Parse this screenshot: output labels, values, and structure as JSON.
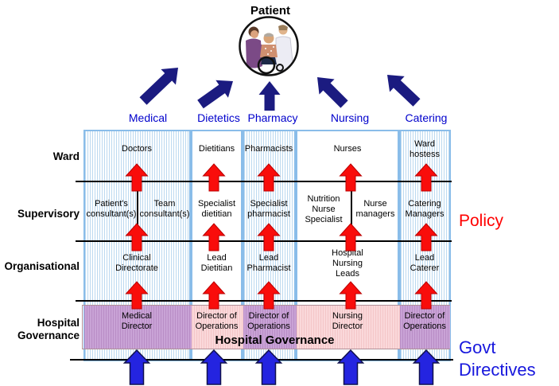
{
  "patient_label": "Patient",
  "columns": [
    {
      "id": "medical",
      "label": "Medical"
    },
    {
      "id": "dietetics",
      "label": "Dietetics"
    },
    {
      "id": "pharmacy",
      "label": "Pharmacy"
    },
    {
      "id": "nursing",
      "label": "Nursing"
    },
    {
      "id": "catering",
      "label": "Catering"
    }
  ],
  "rows": [
    {
      "label": "Ward"
    },
    {
      "label": "Supervisory"
    },
    {
      "label": "Organisational"
    },
    {
      "label": "Hospital Governance"
    }
  ],
  "cells": {
    "ward": {
      "medical": "Doctors",
      "dietetics": "Dietitians",
      "pharmacy": "Pharmacists",
      "nursing": "Nurses",
      "catering": "Ward hostess"
    },
    "supervisory": {
      "medical_patient": "Patient's consultant(s)",
      "medical_team": "Team consultant(s)",
      "dietetics": "Specialist dietitian",
      "pharmacy": "Specialist pharmacist",
      "nursing_specialist": "Nutrition Nurse Specialist",
      "nursing_managers": "Nurse managers",
      "catering": "Catering Managers"
    },
    "organisational": {
      "medical": "Clinical Directorate",
      "dietetics": "Lead Dietitian",
      "pharmacy": "Lead Pharmacist",
      "nursing": "Hospital Nursing Leads",
      "catering": "Lead Caterer"
    },
    "governance": {
      "medical": "Medical Director",
      "dietetics": "Director of Operations",
      "pharmacy": "Director of Operations",
      "nursing": "Nursing Director",
      "catering": "Director of Operations"
    }
  },
  "banner": "Hospital Governance",
  "side_labels": {
    "policy": "Policy",
    "govt_line1": "Govt",
    "govt_line2": "Directives"
  },
  "icons": {
    "patient_photo": "circular photo of patient in wheelchair with two carers",
    "navy_arrows": "dark navy arrows from each discipline pointing to the patient",
    "red_arrows": "red policy arrows pointing up between tiers",
    "blue_arrows": "blue government-directive arrows entering from below"
  },
  "colors": {
    "column_stripe": "#bcd9f0",
    "column_border": "#8abde9",
    "header_blue": "#0000cc",
    "line_black": "#000000",
    "red_arrow": "#f90d0b",
    "red_arrow_edge": "#bb0000",
    "navy_arrow": "#1b1b80",
    "blue_arrow": "#2424e0",
    "blue_arrow_edge": "#10104d",
    "pink_band": "#fad8da",
    "purple_band": "#c9a3d6",
    "policy_red": "#ff0000",
    "govt_blue": "#1717dd"
  }
}
